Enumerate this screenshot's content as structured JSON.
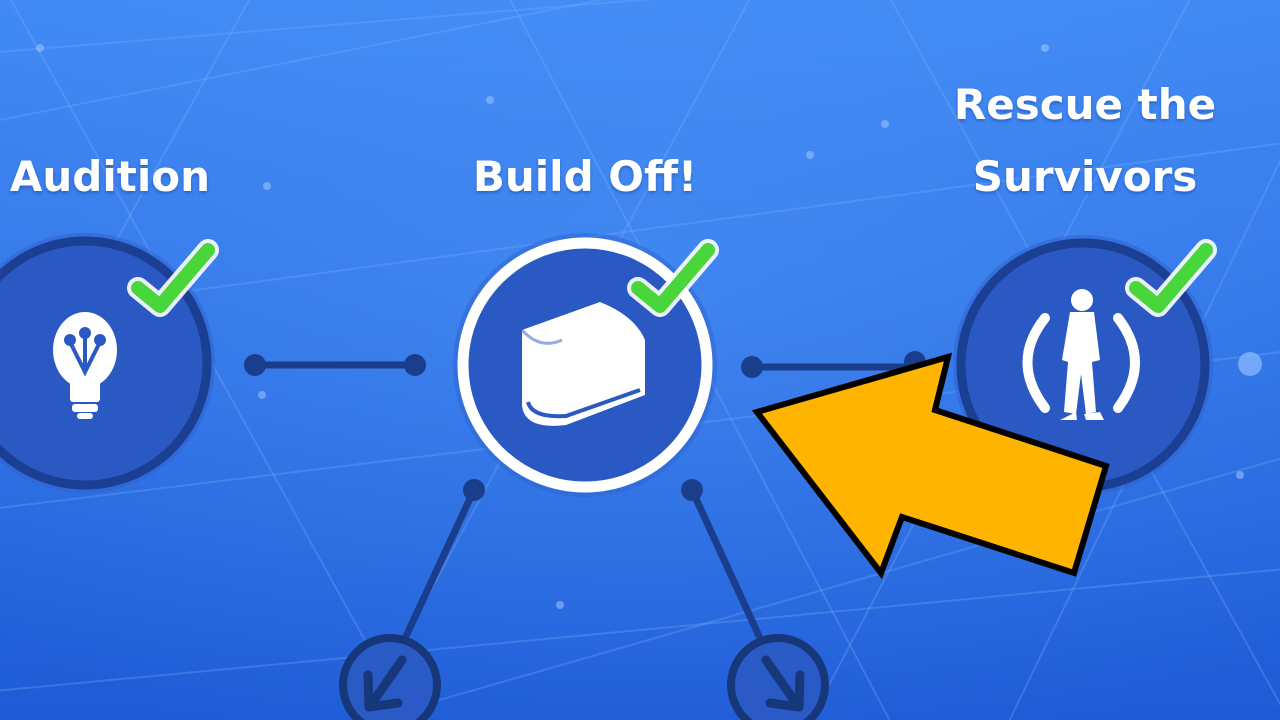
{
  "quest_map": {
    "nodes": [
      {
        "id": "audition",
        "title": "Audition",
        "icon": "lightbulb-icon",
        "completed": true,
        "selected": false
      },
      {
        "id": "build-off",
        "title": "Build Off!",
        "icon": "book-icon",
        "completed": true,
        "selected": true
      },
      {
        "id": "rescue-the-survivors",
        "title_line1": "Rescue the",
        "title_line2": "Survivors",
        "icon": "survivor-icon",
        "completed": true,
        "selected": false
      }
    ],
    "branch_nodes": [
      {
        "icon": "arrow-down-left-icon",
        "state": "locked"
      },
      {
        "icon": "arrow-down-right-icon",
        "state": "locked"
      }
    ]
  },
  "colors": {
    "background_top": "#3f86f3",
    "background_bottom": "#1f5ed8",
    "node_fill": "#2858c6",
    "node_ring": "#1b3f93",
    "selected_ring": "#ffffff",
    "connector": "#1a3d8c",
    "checkmark": "#48d63a",
    "highlight_arrow": "#ffb400"
  }
}
